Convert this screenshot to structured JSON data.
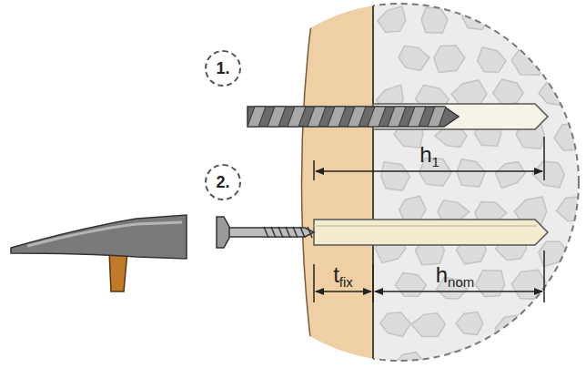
{
  "diagram": {
    "nodes": [
      {
        "text": [
          "1."
        ]
      },
      {
        "text": [
          "2."
        ]
      }
    ],
    "labels": [
      "h1",
      "tfix",
      "hnom"
    ]
  }
}
